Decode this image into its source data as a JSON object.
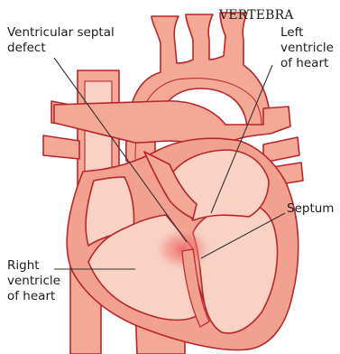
{
  "labels": {
    "vertebra": "VERTEBRA",
    "vsd_line1": "Ventricular septal",
    "vsd_line2": "defect",
    "lv_line1": "Left",
    "lv_line2": "ventricle",
    "lv_line3": "of heart",
    "septum": "Septum",
    "rv_line1": "Right",
    "rv_line2": "ventricle",
    "rv_line3": "of heart"
  },
  "colors": {
    "outline": "#b8262c",
    "vessel": "#f4a896",
    "wall": "#f2a190",
    "chamber": "#f9d2c4",
    "vsd_glow": "#ec5a5a",
    "leader": "#333333"
  }
}
